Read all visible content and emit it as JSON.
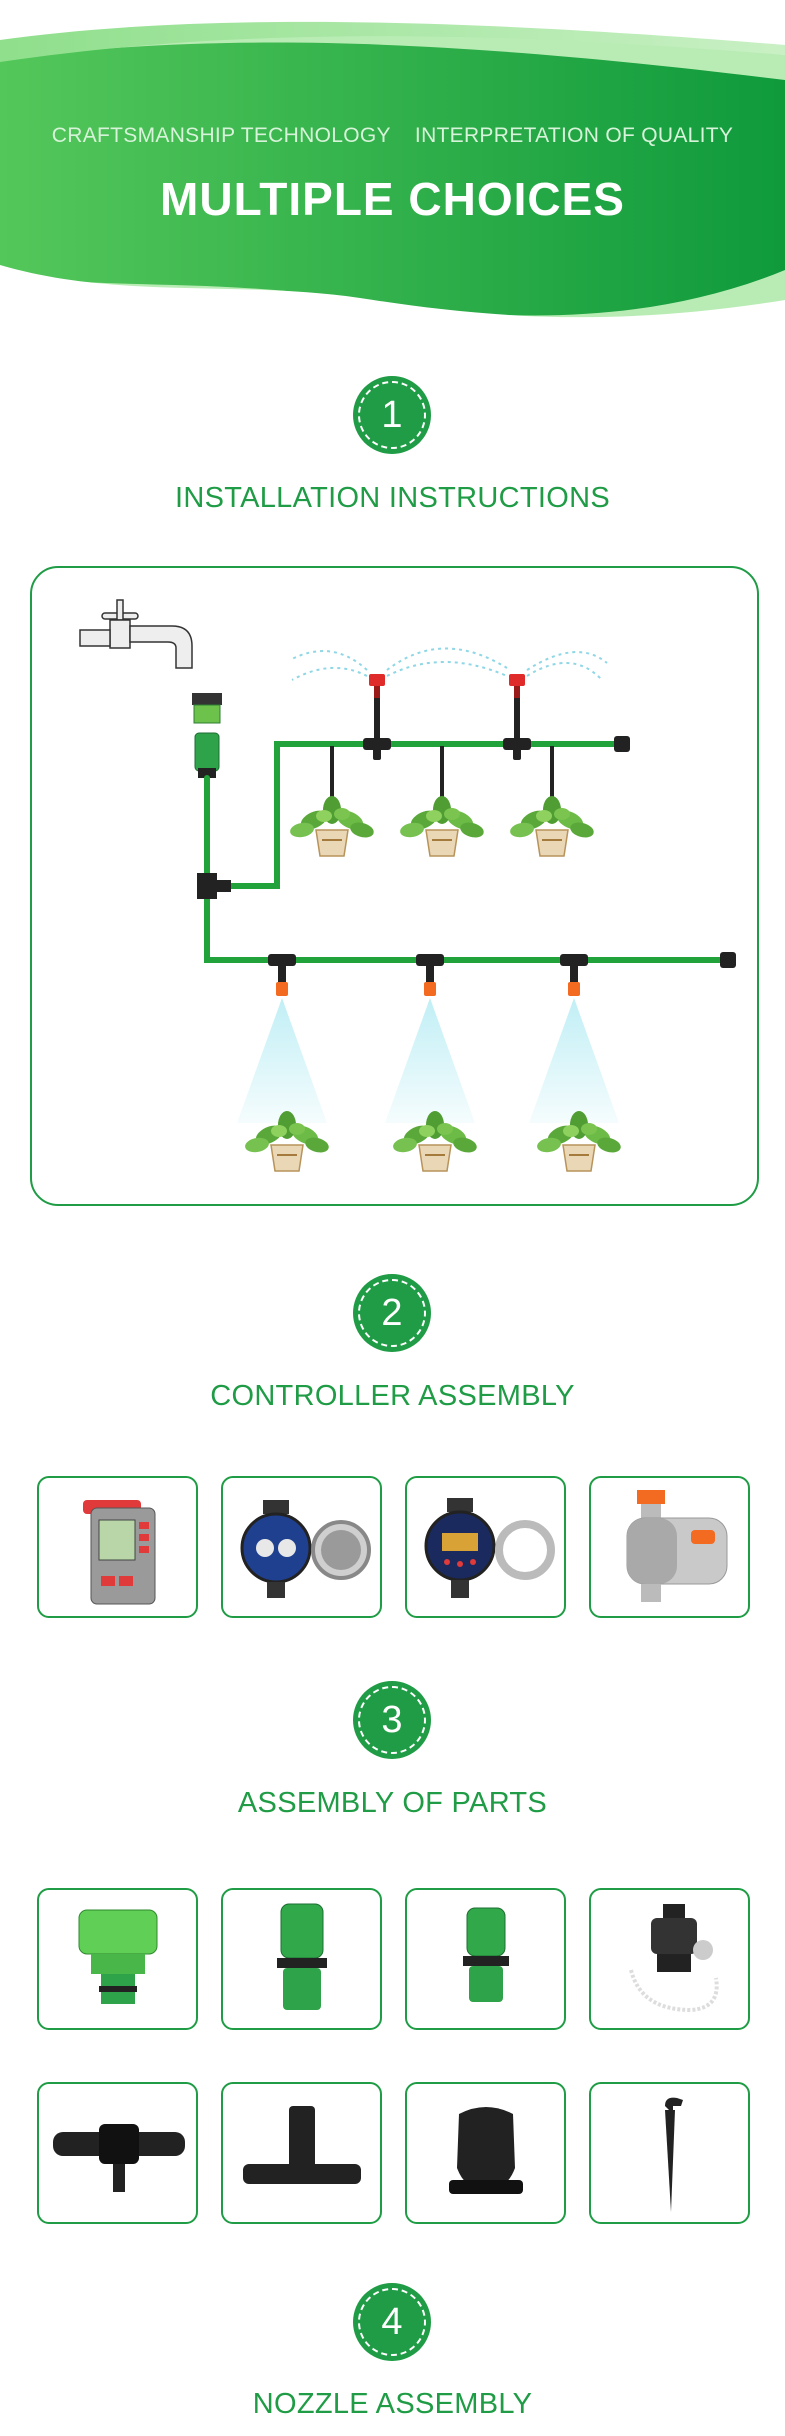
{
  "header": {
    "subtitle": "CRAFTSMANSHIP TECHNOLOGY    INTERPRETATION OF QUALITY",
    "title": "MULTIPLE CHOICES"
  },
  "sections": [
    {
      "number": "1",
      "title": "INSTALLATION INSTRUCTIONS"
    },
    {
      "number": "2",
      "title": "CONTROLLER ASSEMBLY"
    },
    {
      "number": "3",
      "title": "ASSEMBLY OF PARTS"
    },
    {
      "number": "4",
      "title": "NOZZLE ASSEMBLY"
    }
  ],
  "colors": {
    "brand_green": "#1f9c45",
    "pipe_green": "#22a23a",
    "nozzle_red": "#e02b2b",
    "nozzle_orange": "#f26b21"
  },
  "diagram": {
    "icons": [
      "faucet-icon",
      "adapter-icon",
      "quick-connector-icon",
      "tee-icon",
      "end-plug-icon",
      "red-nozzle-icon",
      "orange-mist-nozzle-icon",
      "potted-plant-icon"
    ]
  },
  "controllers": [
    {
      "icon": "lcd-timer-icon"
    },
    {
      "icon": "ball-valve-timer-icon"
    },
    {
      "icon": "digital-ball-timer-icon"
    },
    {
      "icon": "grey-tap-timer-icon"
    }
  ],
  "parts": [
    {
      "icon": "tap-adapter-icon"
    },
    {
      "icon": "quick-connector-icon"
    },
    {
      "icon": "quick-connector-small-icon"
    },
    {
      "icon": "faucet-adapter-icon"
    },
    {
      "icon": "inline-tee-icon"
    },
    {
      "icon": "barbed-tee-icon"
    },
    {
      "icon": "pipe-clip-icon"
    },
    {
      "icon": "ground-stake-icon"
    }
  ]
}
